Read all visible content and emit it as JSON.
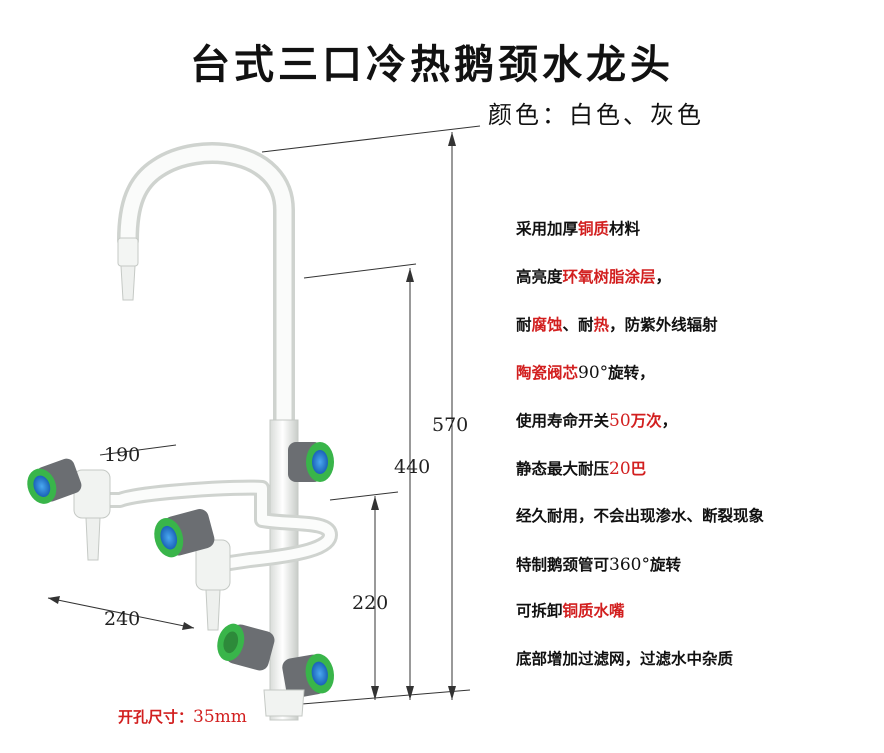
{
  "title": "台式三口冷热鹅颈水龙头",
  "color_line": "颜色：白色、灰色",
  "features": [
    [
      {
        "t": "采用加厚"
      },
      {
        "t": "铜质",
        "hl": true
      },
      {
        "t": "材料"
      }
    ],
    [
      {
        "t": "高亮度"
      },
      {
        "t": "环氧树脂涂层",
        "hl": true
      },
      {
        "t": "，"
      }
    ],
    [
      {
        "t": "耐"
      },
      {
        "t": "腐蚀",
        "hl": true
      },
      {
        "t": "、耐"
      },
      {
        "t": "热",
        "hl": true
      },
      {
        "t": "，防紫外线辐射"
      }
    ],
    [
      {
        "t": "陶瓷阀芯",
        "hl": true
      },
      {
        "t": "90°",
        "num": true
      },
      {
        "t": "旋转，"
      }
    ],
    [
      {
        "t": "使用寿命开关"
      },
      {
        "t": "50",
        "num": true,
        "hl": true
      },
      {
        "t": "万次",
        "hl": true
      },
      {
        "t": "，"
      }
    ],
    [
      {
        "t": "静态最大耐压"
      },
      {
        "t": "20",
        "num": true,
        "hl": true
      },
      {
        "t": "巴",
        "hl": true
      }
    ],
    [
      {
        "t": "经久耐用，不会出现渗水、断裂现象"
      }
    ],
    [
      {
        "t": "特制鹅颈管可"
      },
      {
        "t": "360°",
        "num": true
      },
      {
        "t": "旋转"
      }
    ],
    [
      {
        "t": "可拆卸"
      },
      {
        "t": "铜质水嘴",
        "hl": true
      }
    ],
    [
      {
        "t": "底部增加过滤网，过滤水中杂质"
      }
    ]
  ],
  "dimensions": {
    "d570": "570",
    "d440": "440",
    "d220": "220",
    "d190": "190",
    "d240": "240"
  },
  "hole_size": {
    "label": "开孔尺寸：",
    "value": "35mm"
  },
  "colors": {
    "highlight": "#d21f1f",
    "faucet_body": "#f2f4f2",
    "handle_gray": "#6b6e72",
    "handle_green": "#39b54a",
    "handle_blue": "#1f7fd0"
  }
}
